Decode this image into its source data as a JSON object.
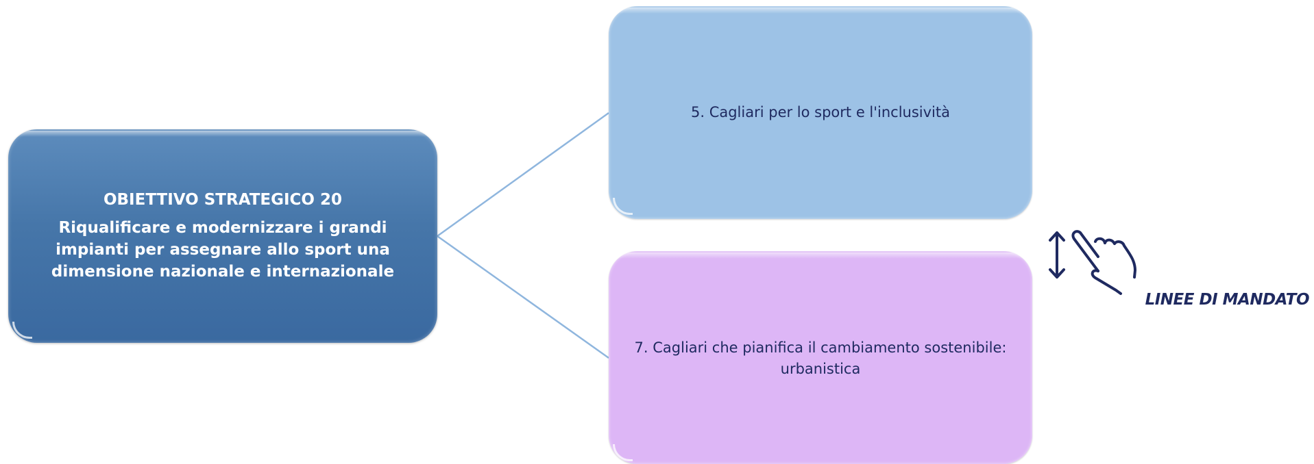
{
  "objective": {
    "title": "OBIETTIVO STRATEGICO 20",
    "text": "Riqualificare e modernizzare i grandi impianti per assegnare allo sport una dimensione nazionale e internazionale"
  },
  "mandate_lines": [
    {
      "label": "5. Cagliari per lo sport e l'inclusività"
    },
    {
      "label": "7. Cagliari che pianifica il cambiamento sostenibile: urbanistica"
    }
  ],
  "navigation": {
    "label": "LINEE DI MANDATO",
    "icon": "hand-swipe-icon"
  },
  "colors": {
    "objective_box": "#4676a9",
    "card_blue": "#9dc2e6",
    "card_purple": "#ddb6f6",
    "connector": "#8fb6de",
    "text_dark": "#1f2a60"
  }
}
